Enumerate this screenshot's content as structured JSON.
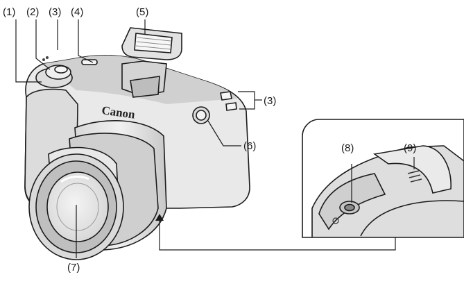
{
  "callouts": {
    "c1": "(1)",
    "c2": "(2)",
    "c3": "(3)",
    "c3b": "(3)",
    "c4": "(4)",
    "c5": "(5)",
    "c6": "(6)",
    "c7": "(7)",
    "c8": "(8)",
    "c9": "(9)"
  },
  "brand": "Canon",
  "colors": {
    "body": "#e9e9e9",
    "outline": "#1b1b1b",
    "shade": "#c9c9c9",
    "leader": "#1a1a1a"
  }
}
